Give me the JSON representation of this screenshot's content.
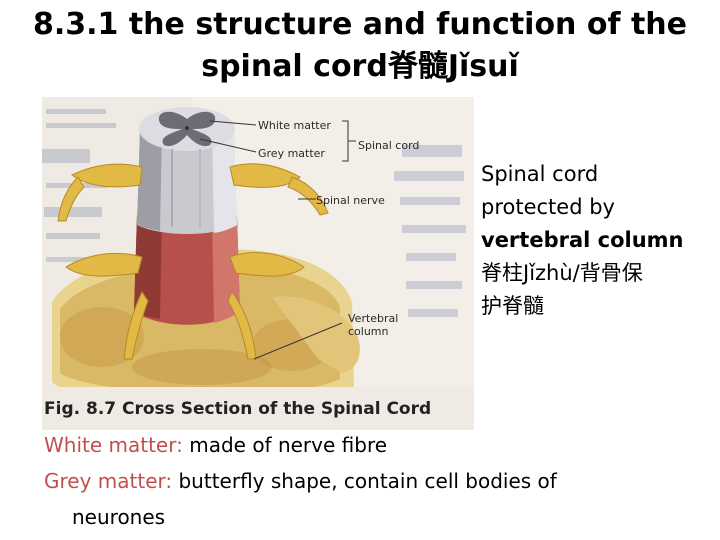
{
  "slide": {
    "title_line1": "8.3.1 the structure and function of the",
    "title_line2": "spinal cord脊髓Jǐsuǐ"
  },
  "figure": {
    "labels": {
      "white_matter": "White matter",
      "grey_matter": "Grey matter",
      "spinal_cord": "Spinal cord",
      "spinal_nerve": "Spinal nerve",
      "vertebral": "Vertebral",
      "column": "column"
    },
    "caption": "Fig. 8.7 Cross Section of the Spinal Cord"
  },
  "side_text": {
    "line1": "Spinal cord",
    "line2": "protected by",
    "line3": "vertebral column",
    "line4": "脊柱Jǐzhù/背骨保",
    "line5": "护脊髓"
  },
  "bullets": [
    {
      "term": "White matter:",
      "text": " made of nerve fibre",
      "continuation": ""
    },
    {
      "term": "Grey matter:",
      "text": " butterfly shape, contain cell bodies of",
      "continuation": "neurones"
    }
  ],
  "colors": {
    "term_color": "#c0504d",
    "text_color": "#000000",
    "background": "#ffffff"
  }
}
